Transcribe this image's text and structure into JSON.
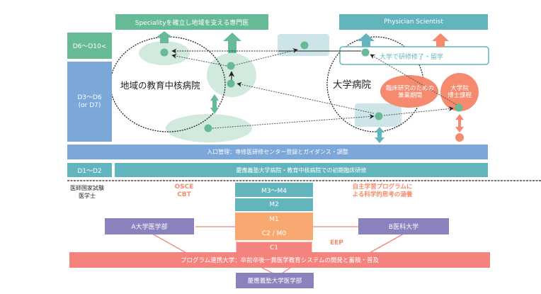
{
  "colors": {
    "green": "#66BB96",
    "light_green": "#D2E9DD",
    "teal": "#63B5BD",
    "light_teal": "#CDE4E8",
    "blue": "#7BA7D9",
    "salmon": "#F58A6E",
    "pink": "#F4837E",
    "orange": "#F8A972",
    "purple": "#8A82BD"
  },
  "top": {
    "specialist_label": "Specialityを確立し地域を支える専門医",
    "physician_scientist_label": "Physician Scientist"
  },
  "stages": {
    "d6_d10": "D6〜D10<",
    "d3_d6_line1": "D3〜D6",
    "d3_d6_line2": "(or D7)",
    "d1_d2": "D1〜D2"
  },
  "regions": {
    "regional_hospital": "地域の教育中核病院",
    "university_hospital": "大学病院",
    "university_training": "大学で研修修了・留学",
    "clinical_research_line1": "臨床研究のための",
    "clinical_research_line2": "兼業期間",
    "graduate_school_line1": "大学院",
    "graduate_school_line2": "博士課程"
  },
  "bars": {
    "entry_management": "入口管理：専修医研修センター登録とガイダンス・調整",
    "initial_training": "慶應義塾大学病院・教育中核病院での初期臨床研修"
  },
  "undergrad": {
    "national_exam_line1": "医師国家試験",
    "national_exam_line2": "医学士",
    "osce": "OSCE",
    "cbt": "CBT",
    "self_study_line1": "自主学習プログラムに",
    "self_study_line2": "よる科学的思考の涵養",
    "eep": "EEP",
    "years": [
      "M3〜M4",
      "M2",
      "M1",
      "C2 / M0",
      "C1"
    ]
  },
  "partners": {
    "a_univ": "A大学医学部",
    "b_univ": "B医科大学",
    "program_bar": "プログラム連携大学：卒前卒後一貫医学教育システムの開発と蓄積・普及",
    "keio": "慶應義塾大学医学部"
  }
}
